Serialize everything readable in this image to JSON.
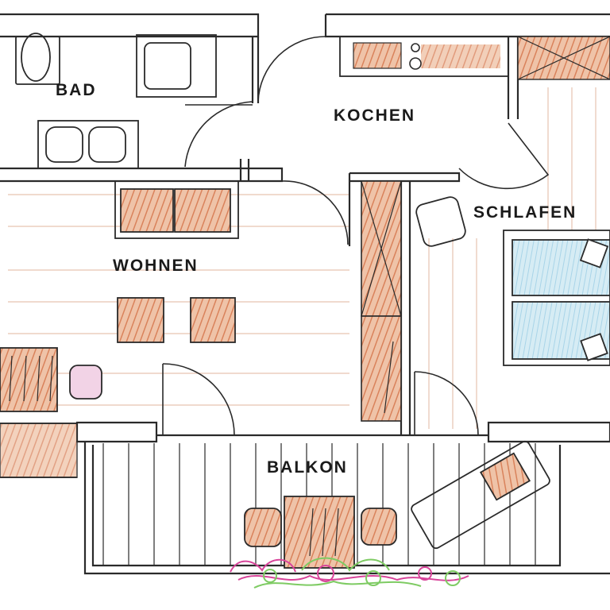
{
  "rooms": {
    "bad": "BAD",
    "kochen": "KOCHEN",
    "schlafen": "SCHLAFEN",
    "wohnen": "WOHNEN",
    "balkon": "BALKON"
  },
  "colors": {
    "wall": "#2a2a2a",
    "wood": "#d9825b",
    "floor": "#e8b9a2",
    "bed_linen": "#a8d4e8",
    "plant_green": "#7ecb63",
    "plant_pink": "#d8449a",
    "chair_pink": "#e7b6d6"
  }
}
